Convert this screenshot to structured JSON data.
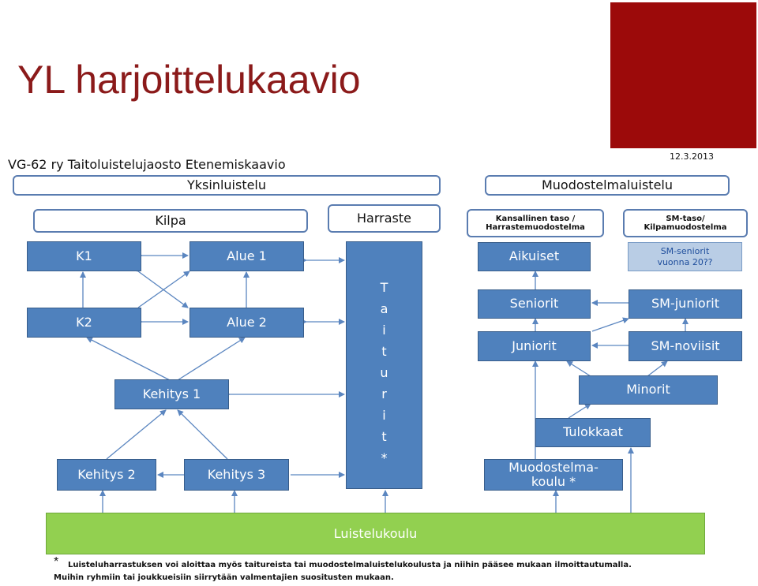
{
  "slide_title": "YL harjoittelukaavio",
  "diagram_title": "VG-62 ry Taitoluistelujaosto Etenemiskaavio",
  "date": "12.3.2013",
  "sections": {
    "yksinluistelu": "Yksinluistelu",
    "muodostelmaluistelu": "Muodostelmaluistelu",
    "kilpa": "Kilpa",
    "harraste": "Harraste",
    "kansallinen_line1": "Kansallinen taso /",
    "kansallinen_line2": "Harrastemuodostelma",
    "smtaso_line1": "SM-taso/",
    "smtaso_line2": "Kilpamuodostelma"
  },
  "boxes": {
    "k1": "K1",
    "alue1": "Alue 1",
    "k2": "K2",
    "alue2": "Alue 2",
    "kehitys1": "Kehitys 1",
    "kehitys2": "Kehitys 2",
    "kehitys3": "Kehitys 3",
    "taiturit_letters": [
      "T",
      "a",
      "i",
      "t",
      "u",
      "r",
      "i",
      "t",
      "*"
    ],
    "aikuiset": "Aikuiset",
    "sm_seniorit_line1": "SM-seniorit",
    "sm_seniorit_line2": "vuonna 20??",
    "seniorit": "Seniorit",
    "sm_juniorit": "SM-juniorit",
    "juniorit": "Juniorit",
    "sm_noviisit": "SM-noviisit",
    "minorit": "Minorit",
    "tulokkaat": "Tulokkaat",
    "muodostelmakoulu_line1": "Muodostelma-",
    "muodostelmakoulu_line2": "koulu  *",
    "luistelukoulu": "Luistelukoulu"
  },
  "footnote": {
    "star": "*",
    "line1": "Luisteluharrastuksen voi aloittaa myös taitureista tai muodostelmaluistelukoulusta ja niihin pääsee mukaan ilmoittautumalla.",
    "line2": "Muihin ryhmiin tai joukkueisiin siirrytään valmentajien suositusten mukaan."
  },
  "colors": {
    "title": "#8b1a1a",
    "accent": "#9c0a0a",
    "box_fill": "#4f81bd",
    "light_box_fill": "#b9cde5",
    "green_fill": "#92d050",
    "arrow": "#5b86c0"
  }
}
